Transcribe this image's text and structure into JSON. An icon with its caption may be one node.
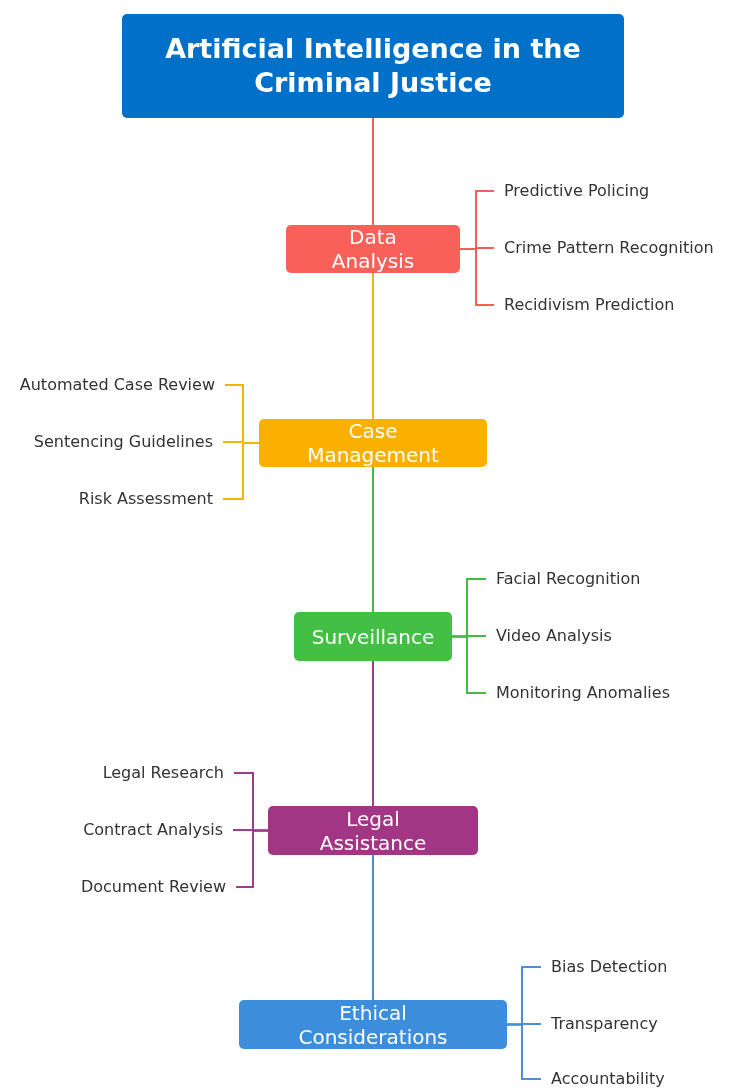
{
  "diagram": {
    "nodes": [
      {
        "text": [
          "Artificial Intelligence in the Criminal Justice"
        ]
      },
      {
        "text": [
          "Data Analysis"
        ]
      },
      {
        "text": [
          "Predictive Policing"
        ]
      },
      {
        "text": [
          "Crime Pattern Recognition"
        ]
      },
      {
        "text": [
          "Recidivism Prediction"
        ]
      },
      {
        "text": [
          "Case Management"
        ]
      },
      {
        "text": [
          "Automated Case Review"
        ]
      },
      {
        "text": [
          "Sentencing Guidelines"
        ]
      },
      {
        "text": [
          "Risk Assessment"
        ]
      },
      {
        "text": [
          "Surveillance"
        ]
      },
      {
        "text": [
          "Facial Recognition"
        ]
      },
      {
        "text": [
          "Video Analysis"
        ]
      },
      {
        "text": [
          "Monitoring Anomalies"
        ]
      },
      {
        "text": [
          "Legal Assistance"
        ]
      },
      {
        "text": [
          "Legal Research"
        ]
      },
      {
        "text": [
          "Contract Analysis"
        ]
      },
      {
        "text": [
          "Document Review"
        ]
      },
      {
        "text": [
          "Ethical Considerations"
        ]
      },
      {
        "text": [
          "Bias Detection"
        ]
      },
      {
        "text": [
          "Transparency"
        ]
      },
      {
        "text": [
          "Accountability"
        ]
      }
    ],
    "edges": [
      {
        "from": 0,
        "to": 1,
        "arrow": "none",
        "color": "#f0605a"
      },
      {
        "from": 1,
        "to": 5,
        "arrow": "none",
        "color": "#f5b400"
      },
      {
        "from": 5,
        "to": 9,
        "arrow": "none",
        "color": "#44bb44"
      },
      {
        "from": 9,
        "to": 13,
        "arrow": "none",
        "color": "#a03c8c"
      },
      {
        "from": 13,
        "to": 17,
        "arrow": "none",
        "color": "#4a90d9"
      },
      {
        "from": 1,
        "to": 2,
        "arrow": "none",
        "color": "#f0605a"
      },
      {
        "from": 1,
        "to": 3,
        "arrow": "none",
        "color": "#f0605a"
      },
      {
        "from": 1,
        "to": 4,
        "arrow": "none",
        "color": "#f0605a"
      },
      {
        "from": 5,
        "to": 6,
        "arrow": "none",
        "color": "#f5b400"
      },
      {
        "from": 5,
        "to": 7,
        "arrow": "none",
        "color": "#f5b400"
      },
      {
        "from": 5,
        "to": 8,
        "arrow": "none",
        "color": "#f5b400"
      },
      {
        "from": 9,
        "to": 10,
        "arrow": "none",
        "color": "#44bb44"
      },
      {
        "from": 9,
        "to": 11,
        "arrow": "none",
        "color": "#44bb44"
      },
      {
        "from": 9,
        "to": 12,
        "arrow": "none",
        "color": "#44bb44"
      },
      {
        "from": 13,
        "to": 14,
        "arrow": "none",
        "color": "#a03c8c"
      },
      {
        "from": 13,
        "to": 15,
        "arrow": "none",
        "color": "#a03c8c"
      },
      {
        "from": 13,
        "to": 16,
        "arrow": "none",
        "color": "#a03c8c"
      },
      {
        "from": 17,
        "to": 18,
        "arrow": "none",
        "color": "#4a90d9"
      },
      {
        "from": 17,
        "to": 19,
        "arrow": "none",
        "color": "#4a90d9"
      },
      {
        "from": 17,
        "to": 20,
        "arrow": "none",
        "color": "#4a90d9"
      }
    ]
  }
}
